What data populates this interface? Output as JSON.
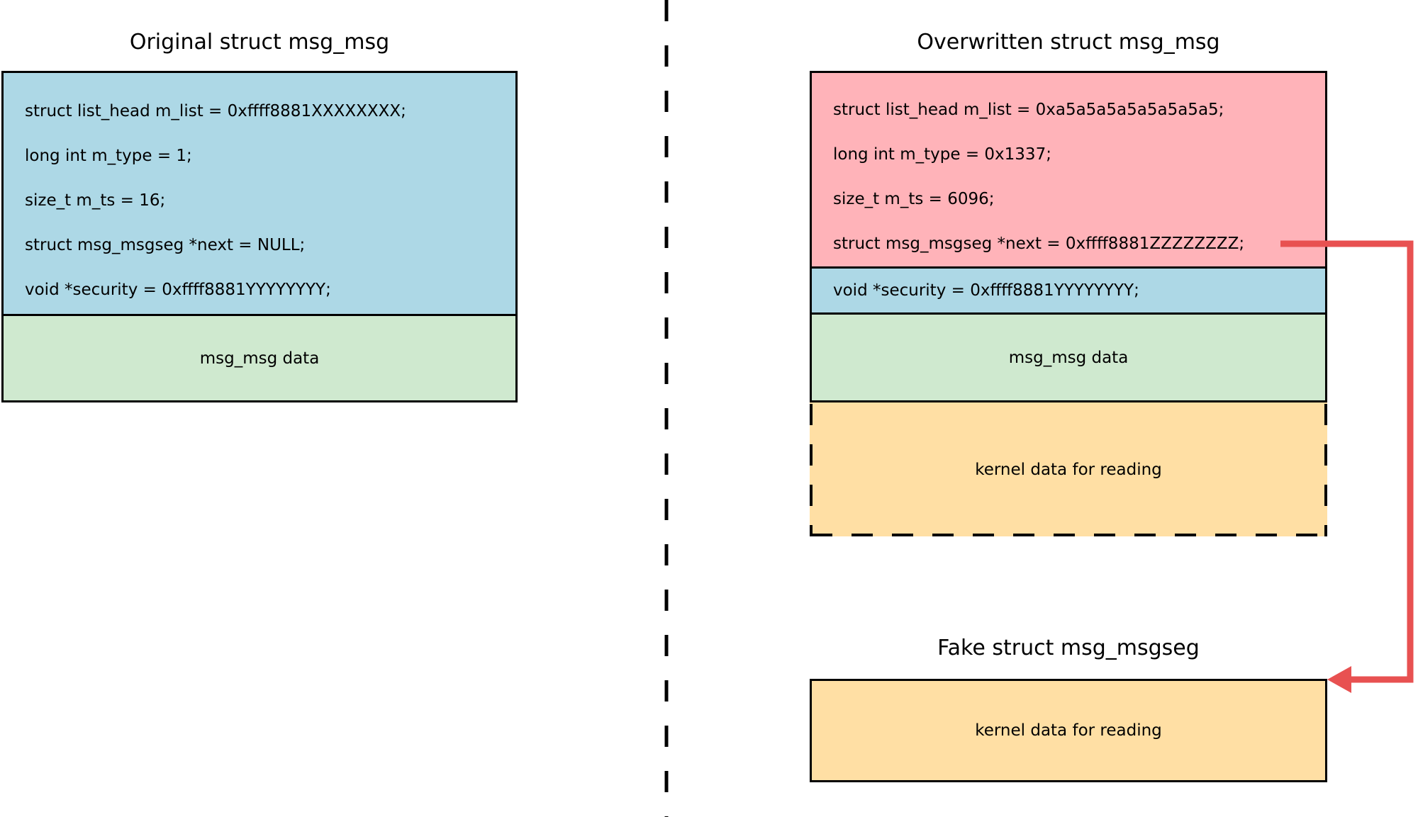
{
  "titles": {
    "original": "Original struct msg_msg",
    "overwritten": "Overwritten struct msg_msg",
    "fake": "Fake struct msg_msgseg"
  },
  "original_struct": {
    "fields": [
      "struct list_head m_list = 0xffff8881XXXXXXXX;",
      "long int m_type = 1;",
      "size_t m_ts = 16;",
      "struct msg_msgseg *next = NULL;",
      "void *security = 0xffff8881YYYYYYYY;"
    ],
    "data_label": "msg_msg data"
  },
  "overwritten_struct": {
    "overwritten_fields": [
      "struct list_head m_list = 0xa5a5a5a5a5a5a5a5;",
      "long int m_type = 0x1337;",
      "size_t m_ts = 6096;",
      "struct msg_msgseg *next = 0xffff8881ZZZZZZZZ;"
    ],
    "intact_field": "void *security = 0xffff8881YYYYYYYY;",
    "data_label": "msg_msg data",
    "oob_label": "kernel data for reading"
  },
  "fake_struct": {
    "data_label": "kernel data for reading"
  },
  "colors": {
    "overwritten_fill": "#ffb3b9",
    "intact_fill": "#add8e6",
    "msg_data_fill": "#cfe9cf",
    "kernel_data_fill": "#ffdfa4",
    "arrow": "#e85151"
  }
}
